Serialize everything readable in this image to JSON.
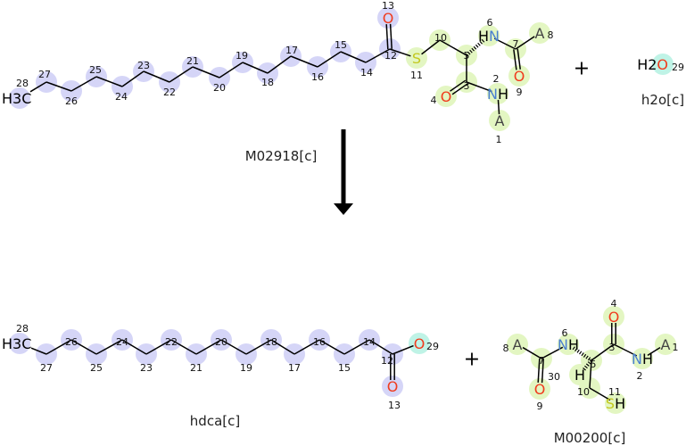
{
  "reaction": {
    "enzyme_label": "M02918[c]",
    "plus_symbol": "+"
  },
  "colors": {
    "acyl_highlight": "#d5d5f7",
    "peptide_highlight": "#e3f6c2",
    "water_highlight": "#bff3e6",
    "oxygen": "#f03c1e",
    "nitrogen": "#4a7fd0",
    "sulfur": "#c3c81e",
    "bond": "#000000"
  },
  "molecules": [
    {
      "id": "reactant-thioester",
      "name": "",
      "atoms": {
        "28": "H3C",
        "27": "",
        "26": "",
        "25": "",
        "24": "",
        "23": "",
        "22": "",
        "21": "",
        "20": "",
        "19": "",
        "18": "",
        "17": "",
        "16": "",
        "15": "",
        "14": "",
        "12": "",
        "13": "O",
        "11": "S",
        "10": "",
        "5": "",
        "6": "HN",
        "7": "",
        "8": "A",
        "9": "O",
        "3": "",
        "4": "O",
        "2": "NH",
        "1": "A"
      }
    },
    {
      "id": "water",
      "name": "h2o[c]",
      "atoms": {
        "29": "H2O"
      }
    },
    {
      "id": "hdca",
      "name": "hdca[c]",
      "atoms": {
        "28": "H3C",
        "27": "",
        "26": "",
        "25": "",
        "24": "",
        "23": "",
        "22": "",
        "21": "",
        "20": "",
        "19": "",
        "18": "",
        "17": "",
        "16": "",
        "15": "",
        "14": "",
        "12": "",
        "13": "O",
        "29": "O"
      }
    },
    {
      "id": "M00200",
      "name": "M00200[c]",
      "atoms": {
        "8": "A",
        "7": "",
        "9": "O",
        "6": "NH",
        "5": "",
        "30": "H",
        "3": "",
        "4": "O",
        "2": "NH",
        "1": "A",
        "10": "",
        "11": "SH"
      }
    }
  ]
}
